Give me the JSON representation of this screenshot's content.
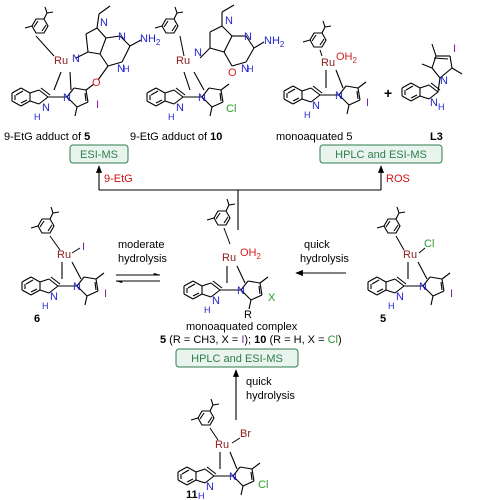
{
  "colors": {
    "ruthenium": "#8b1a1a",
    "nitrogen": "#1f1fd6",
    "oxygen": "#d42020",
    "iodine": "#7d1fa3",
    "chlorine": "#2a9a2a",
    "bromine": "#8b1a1a",
    "box_fill": "#eaf4ee",
    "box_border": "#2e7d4f",
    "box_text": "#2e7d4f",
    "arrow_label": "#cc1111",
    "bond": "#000000"
  },
  "atoms": {
    "ru": "Ru",
    "n": "N",
    "h": "H",
    "o": "O",
    "nh2": "NH",
    "sub2": "2",
    "oh2": "OH",
    "i": "I",
    "cl": "Cl",
    "br": "Br",
    "x": "X",
    "r": "R"
  },
  "top": {
    "c1_label_text": "9-EtG adduct of ",
    "c1_label_num": "5",
    "c2_label_text": "9-EtG adduct of ",
    "c2_label_num": "10",
    "c3_label": "monoaquated 5",
    "plus": "+",
    "c4_label": "L3"
  },
  "boxes": {
    "esi_ms": "ESI-MS",
    "hplc_esi_top": "HPLC and ESI-MS",
    "hplc_esi_bottom": "HPLC and ESI-MS"
  },
  "arrows": {
    "etg": "9-EtG",
    "ros": "ROS",
    "moderate_1": "moderate",
    "moderate_2": "hydrolysis",
    "quick_right_1": "quick",
    "quick_right_2": "hydrolysis",
    "quick_bottom_1": "quick",
    "quick_bottom_2": "hydrolysis"
  },
  "middle": {
    "compound6": "6",
    "compound5": "5",
    "compound11": "11",
    "center_line1": "monoaquated complex",
    "center_p1": "5",
    "center_p2": " (R = CH3, X = ",
    "center_p3": "I",
    "center_p4": "); ",
    "center_p5": "10",
    "center_p6": " (R = H, X = ",
    "center_p7": "Cl",
    "center_p8": ")"
  }
}
